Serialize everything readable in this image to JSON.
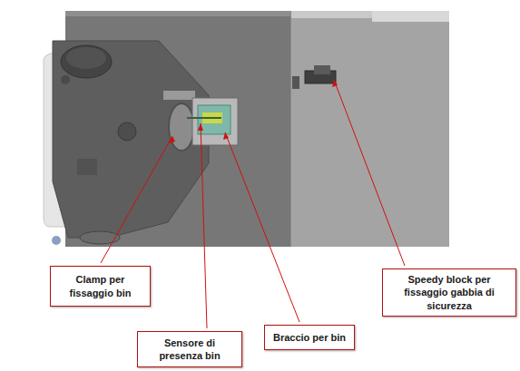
{
  "diagram": {
    "nodes": [
      {
        "text": [
          "Clamp per fissaggio bin"
        ]
      },
      {
        "text": [
          "Sensore di presenza bin"
        ]
      },
      {
        "text": [
          "Braccio per bin"
        ]
      },
      {
        "text": [
          "Speedy block per fissaggio gabbia di sicurezza"
        ]
      }
    ]
  }
}
